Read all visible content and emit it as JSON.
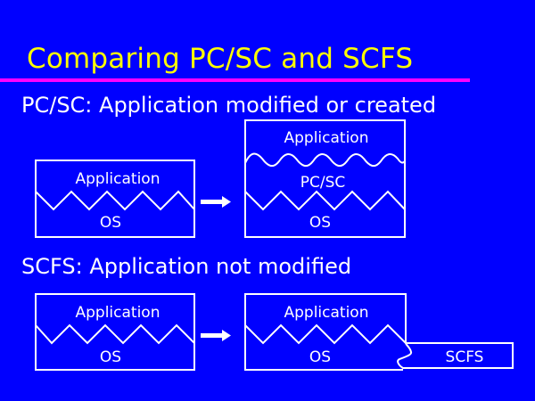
{
  "slide": {
    "title": "Comparing PC/SC and SCFS",
    "colors": {
      "background": "#0000ff",
      "title": "#ffff00",
      "rule": "#ff00ff",
      "text": "#ffffff"
    }
  },
  "pcsc_section": {
    "heading": "PC/SC: Application modified or created",
    "before": {
      "top_label": "Application",
      "bottom_label": "OS"
    },
    "after": {
      "top_label": "Application",
      "middle_label": "PC/SC",
      "bottom_label": "OS"
    },
    "arrow_icon": "right-arrow-icon"
  },
  "scfs_section": {
    "heading": "SCFS: Application not modified",
    "before": {
      "top_label": "Application",
      "bottom_label": "OS"
    },
    "after": {
      "top_label": "Application",
      "bottom_label": "OS",
      "plugin_label": "SCFS"
    },
    "arrow_icon": "right-arrow-icon"
  }
}
